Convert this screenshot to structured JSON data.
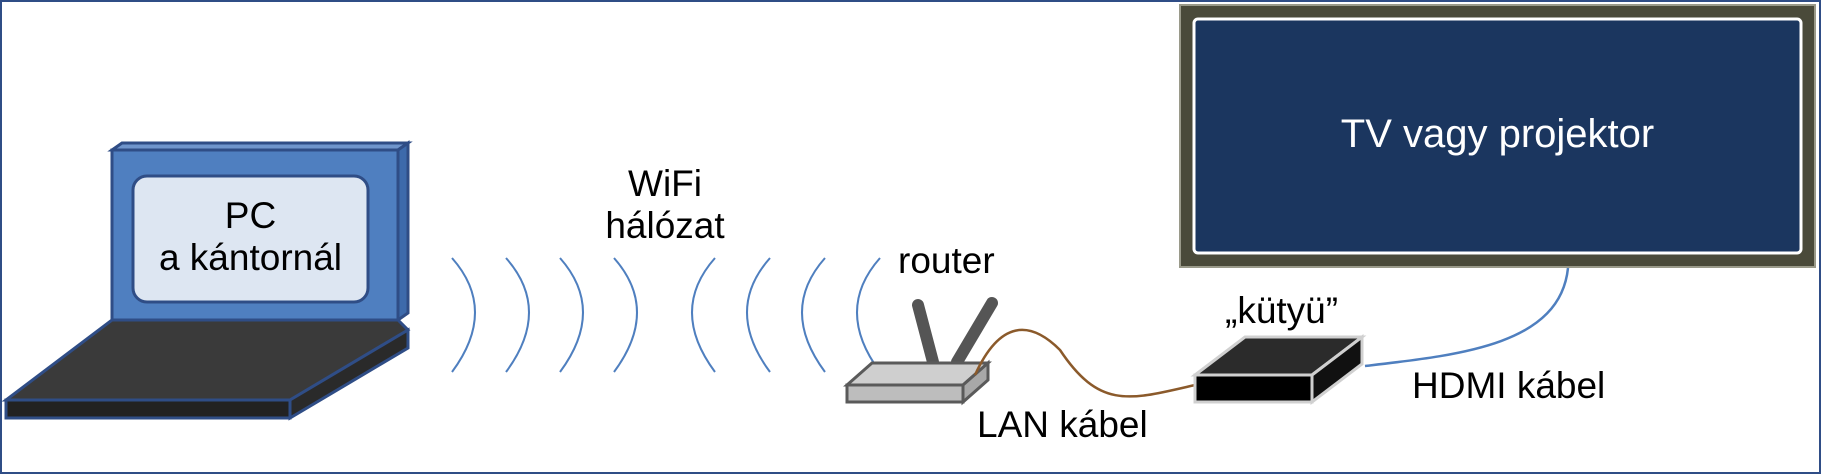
{
  "diagram": {
    "pc_label_line1": "PC",
    "pc_label_line2": "a kántornál",
    "wifi_label_line1": "WiFi",
    "wifi_label_line2": "hálózat",
    "router_label": "router",
    "lan_label": "LAN kábel",
    "device_label": "„kütyü”",
    "hdmi_label": "HDMI kábel",
    "tv_label": "TV vagy projektor"
  },
  "colors": {
    "frame_border": "#2f4d86",
    "laptop_screen": "#4f7fc0",
    "laptop_screen_inner": "#dde6f2",
    "laptop_base": "#3a3a3a",
    "tv_fill": "#1b365f",
    "tv_frame": "#4a4a3a",
    "wifi_arc": "#4f7fbf",
    "lan_cable": "#8b5a2b",
    "hdmi_cable": "#4f7fbf"
  }
}
